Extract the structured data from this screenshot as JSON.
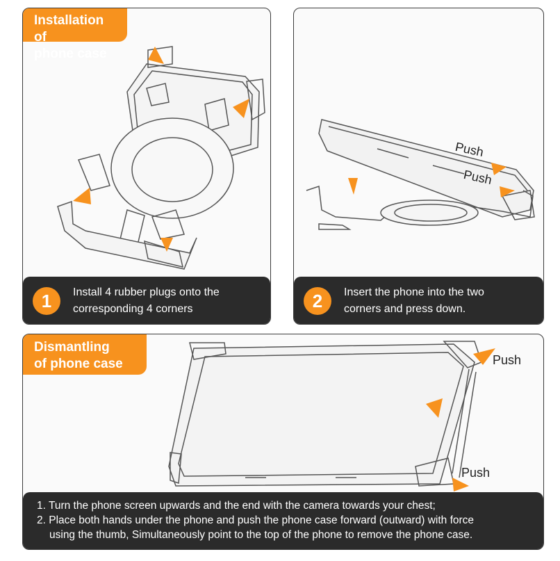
{
  "installation": {
    "title_line1": "Installation of",
    "title_line2": "phone case",
    "step1": {
      "number": "1",
      "line1": "Install 4 rubber plugs onto the",
      "line2": "corresponding 4 corners"
    },
    "step2": {
      "number": "2",
      "line1": "Insert the phone into the two",
      "line2": "corners and press down.",
      "push_labels": [
        "Push",
        "Push"
      ]
    }
  },
  "dismantling": {
    "title_line1": "Dismantling",
    "title_line2": "of phone case",
    "push_labels": [
      "Push",
      "Push"
    ],
    "line1": "1. Turn the phone screen upwards and the end with the camera towards your chest;",
    "line2": "2. Place both hands under the phone and push the phone case forward (outward) with force",
    "line3": "using the thumb, Simultaneously point to the top of the phone to remove the phone case."
  },
  "colors": {
    "accent": "#f7921e",
    "bar": "#2b2b2b",
    "line": "#555555"
  }
}
